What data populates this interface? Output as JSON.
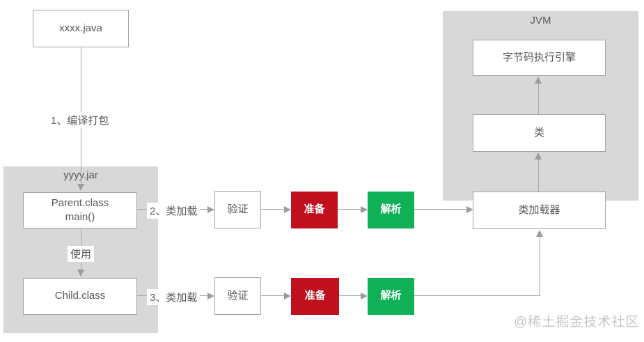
{
  "diagram": {
    "source_file": {
      "label": "xxxx.java"
    },
    "step1": {
      "label": "1、编译打包"
    },
    "jar_group": {
      "title": "yyyy.jar",
      "parent_class": {
        "line1": "Parent.class",
        "line2": "main()"
      },
      "use_label": "使用",
      "child_class": {
        "label": "Child.class"
      }
    },
    "load_row_parent": {
      "step_label": "2、类加载",
      "verify": "验证",
      "prepare": "准备",
      "resolve": "解析"
    },
    "load_row_child": {
      "step_label": "3、类加载",
      "verify": "验证",
      "prepare": "准备",
      "resolve": "解析"
    },
    "jvm_group": {
      "title": "JVM",
      "bytecode_engine": "字节码执行引擎",
      "class_box": "类",
      "class_loader": "类加载器"
    },
    "watermark": "@稀土掘金技术社区",
    "colors": {
      "container_bg": "#d8d8d8",
      "box_border": "#a3a3a3",
      "line": "#a6a6a6",
      "text": "#595959",
      "prepare_bg": "#c0101d",
      "resolve_bg": "#10b156",
      "stage_text": "#ffffff",
      "watermark": "#c6c6c6"
    }
  }
}
